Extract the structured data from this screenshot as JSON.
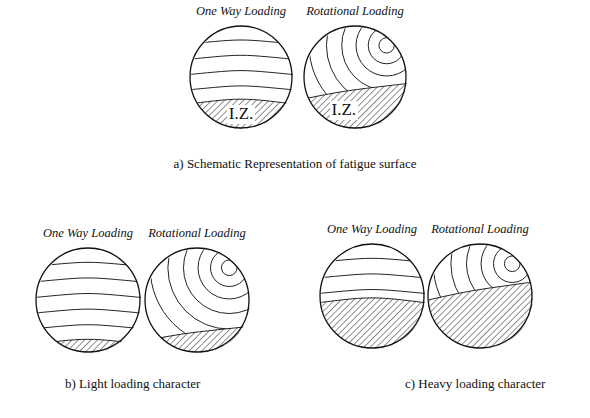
{
  "diagram": {
    "nodes": [
      {
        "text": [
          "One Way Loading",
          "I.Z."
        ]
      },
      {
        "text": [
          "Rotational Loading",
          "I.Z."
        ]
      },
      {
        "text": [
          "One Way Loading"
        ]
      },
      {
        "text": [
          "Rotational Loading"
        ]
      },
      {
        "text": [
          "One Way Loading"
        ]
      },
      {
        "text": [
          "Rotational Loading"
        ]
      }
    ],
    "labels": [
      "a) Schematic Representation of fatigue surface",
      "b) Light loading character",
      "c) Heavy loading character"
    ]
  }
}
